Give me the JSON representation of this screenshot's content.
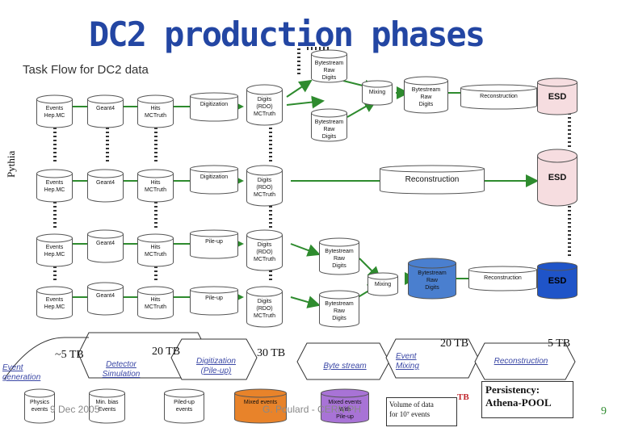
{
  "title": "DC2 production phases",
  "subtitle": "Task Flow for DC2 data",
  "pythia": "Pythia",
  "labels": {
    "events": "Events\nHep.MC",
    "geant4": "Geant4",
    "hits": "Hits\nMCTruth",
    "digitization": "Digitization",
    "pileup": "Pile-up",
    "digits": "Digits\n(RDO)\nMCTruth",
    "bytestream": "Bytestream\nRaw\nDigits",
    "mixing": "Mixing",
    "reconstruction": "Reconstruction",
    "esd": "ESD",
    "physics_events": "Physics\nevents",
    "minbias_events": "Min. bias\nEvents",
    "piledup_events": "Piled-up\nevents",
    "mixed_events": "Mixed events",
    "mixed_events_pileup": "Mixed events\nWith\nPile-up"
  },
  "bottom": {
    "size_5tb_left": "~5 TB",
    "event_generation": "Event\ngeneration",
    "detector_simulation": "Detector\nSimulation",
    "size_20tb_a": "20 TB",
    "digitization_pileup": "Digitization\n(Pile-up)",
    "size_30tb": "30 TB",
    "byte_stream": "Byte stream",
    "event_mixing": "Event\nMixing",
    "size_20tb_b": "20 TB",
    "size_5tb_right": "5 TB",
    "reconstruction": "Reconstruction",
    "volume": "Volume of data\nfor 10⁷ events",
    "tb": "TB",
    "persistency": "Persistency:\nAthena-POOL"
  },
  "footer": {
    "date": "9 Dec 2005",
    "author": "G. Poulard - CERN PH",
    "page": "9"
  },
  "colors": {
    "title": "#2346a3",
    "green": "#2e8b2e",
    "cyl_light": "#ffffff",
    "cyl_esd_pink": "#f6dde0",
    "cyl_esd_blue": "#1f54c8",
    "cyl_orange": "#e8832a",
    "cyl_purple": "#a873d6",
    "cyl_blue_bytestream": "#4a7fcf",
    "accent_red": "#c0262c"
  }
}
